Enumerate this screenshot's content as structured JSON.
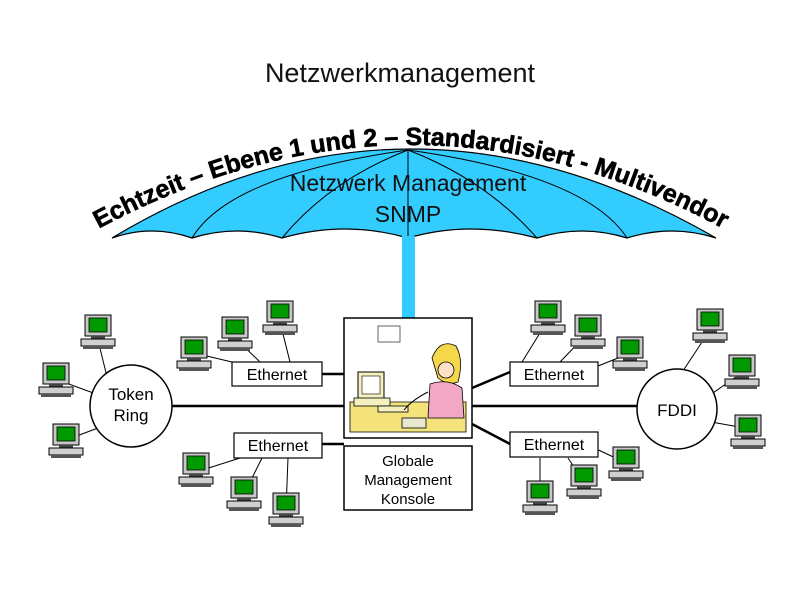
{
  "title": "Netzwerkmanagement",
  "arc_text": "Echtzeit – Ebene 1 und 2 – Standardisiert - Multivendor",
  "umbrella": {
    "line1": "Netzwerk Management",
    "line2": "SNMP"
  },
  "rings": {
    "token_line1": "Token",
    "token_line2": "Ring",
    "fddi": "FDDI"
  },
  "ethernet_labels": {
    "top_left": "Ethernet",
    "bottom_left": "Ethernet",
    "top_right": "Ethernet",
    "bottom_right": "Ethernet"
  },
  "console": {
    "line1": "Globale",
    "line2": "Management",
    "line3": "Konsole"
  },
  "colors": {
    "umbrella": "#33ccff",
    "screen": "#009900",
    "stroke": "#000000"
  }
}
